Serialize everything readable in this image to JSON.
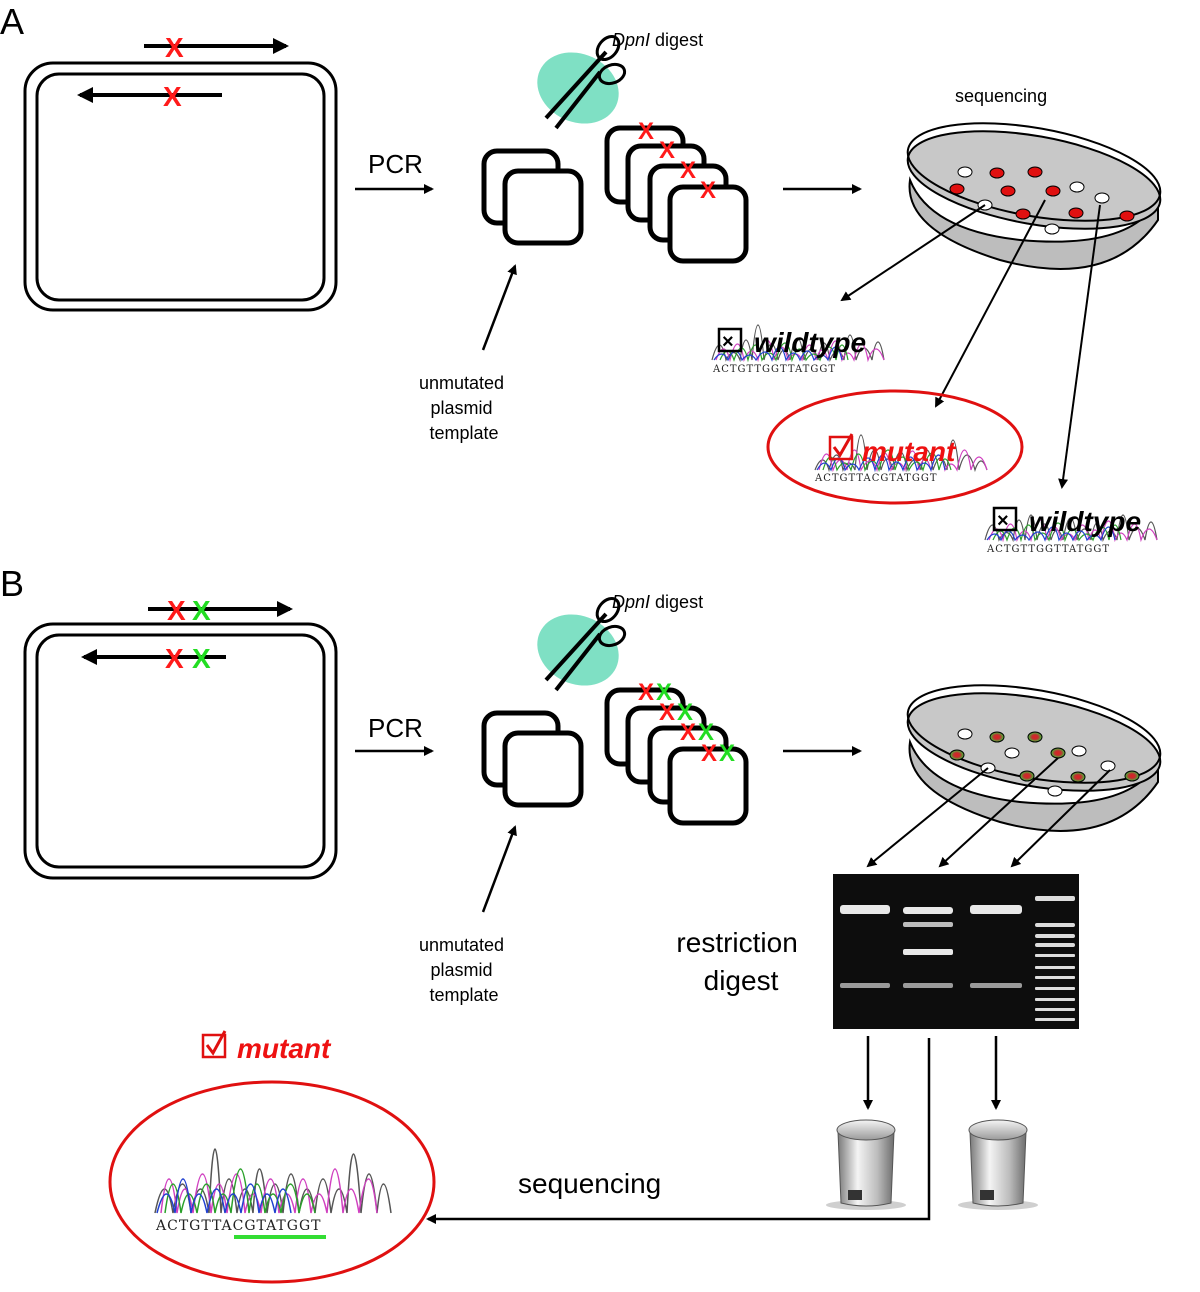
{
  "panel_a": {
    "letter": "A",
    "pcr_label": "PCR",
    "digest_enzyme": "DpnI",
    "digest_word": " digest",
    "template_label_lines": [
      "unmutated",
      "plasmid",
      "template"
    ],
    "sequencing_label": "sequencing",
    "results": [
      {
        "label": "wildtype",
        "sequence": "ACTGTTGGTTATGGT",
        "mark": "☒"
      },
      {
        "label": "mutant",
        "sequence": "ACTGTTACGTATGGT",
        "mark": "☑"
      },
      {
        "label": "wildtype",
        "sequence": "ACTGTTGGTTATGGT",
        "mark": "☒"
      }
    ]
  },
  "panel_b": {
    "letter": "B",
    "pcr_label": "PCR",
    "digest_enzyme": "DpnI",
    "digest_word": " digest",
    "template_label_lines": [
      "unmutated",
      "plasmid",
      "template"
    ],
    "restriction_label_lines": [
      "restriction",
      "digest"
    ],
    "sequencing_label": "sequencing",
    "result": {
      "label": "mutant",
      "sequence": "ACTGTTACGTATGGT",
      "mark": "☑"
    }
  },
  "colors": {
    "primer": "#000000",
    "mutation_red": "#ff1a1a",
    "mutation_green": "#22dd22",
    "mutant_text": "#ee1111",
    "scissor_blob": "#7fe0c4",
    "petri_fill": "#c8c8c8",
    "gel_bg": "#0d0d0d"
  }
}
